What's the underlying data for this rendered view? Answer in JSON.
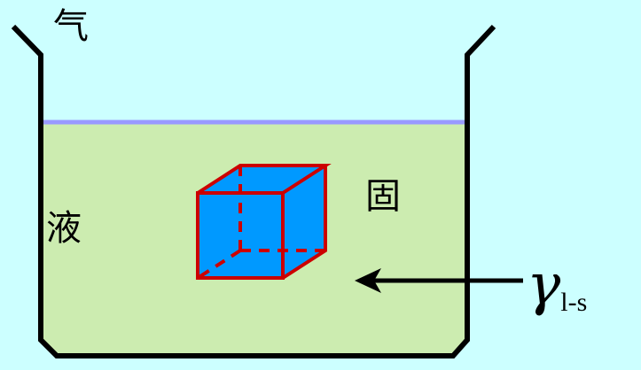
{
  "labels": {
    "gas": "气",
    "liquid": "液",
    "solid": "固",
    "gamma_symbol": "γ",
    "gamma_subscript": "l-s"
  },
  "colors": {
    "background": "#CCFFFF",
    "liquid": "#CCECB0",
    "liquid_surface": "#9999FF",
    "beaker_wall": "#000000",
    "cube_fill": "#0099FF",
    "cube_edge": "#CC0000",
    "arrow": "#000000"
  }
}
